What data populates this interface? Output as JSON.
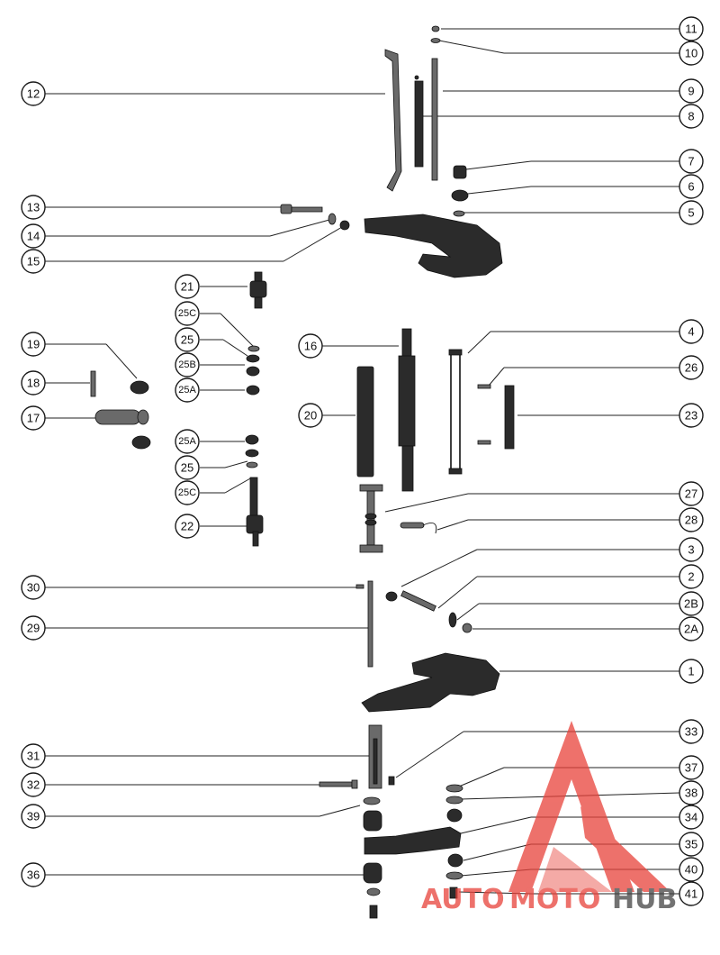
{
  "parts": {
    "p1": "1",
    "p2": "2",
    "p2a": "2A",
    "p2b": "2B",
    "p3": "3",
    "p4": "4",
    "p5": "5",
    "p6": "6",
    "p7": "7",
    "p8": "8",
    "p9": "9",
    "p10": "10",
    "p11": "11",
    "p12": "12",
    "p13": "13",
    "p14": "14",
    "p15": "15",
    "p16": "16",
    "p17": "17",
    "p18": "18",
    "p19": "19",
    "p20": "20",
    "p21": "21",
    "p22": "22",
    "p23": "23",
    "p25c_top": "25C",
    "p25_top": "25",
    "p25b": "25B",
    "p25a_top": "25A",
    "p25a_bot": "25A",
    "p25_bot": "25",
    "p25c_bot": "25C",
    "p26": "26",
    "p27": "27",
    "p28": "28",
    "p29": "29",
    "p30": "30",
    "p31": "31",
    "p32": "32",
    "p33": "33",
    "p34": "34",
    "p35": "35",
    "p36": "36",
    "p37": "37",
    "p38": "38",
    "p39": "39",
    "p40": "40",
    "p41": "41"
  },
  "watermark": {
    "part1": "AUTO",
    "part2": "MOTO",
    "part3": "HUB",
    "color_red": "#e8423a",
    "color_gray": "#444444"
  }
}
